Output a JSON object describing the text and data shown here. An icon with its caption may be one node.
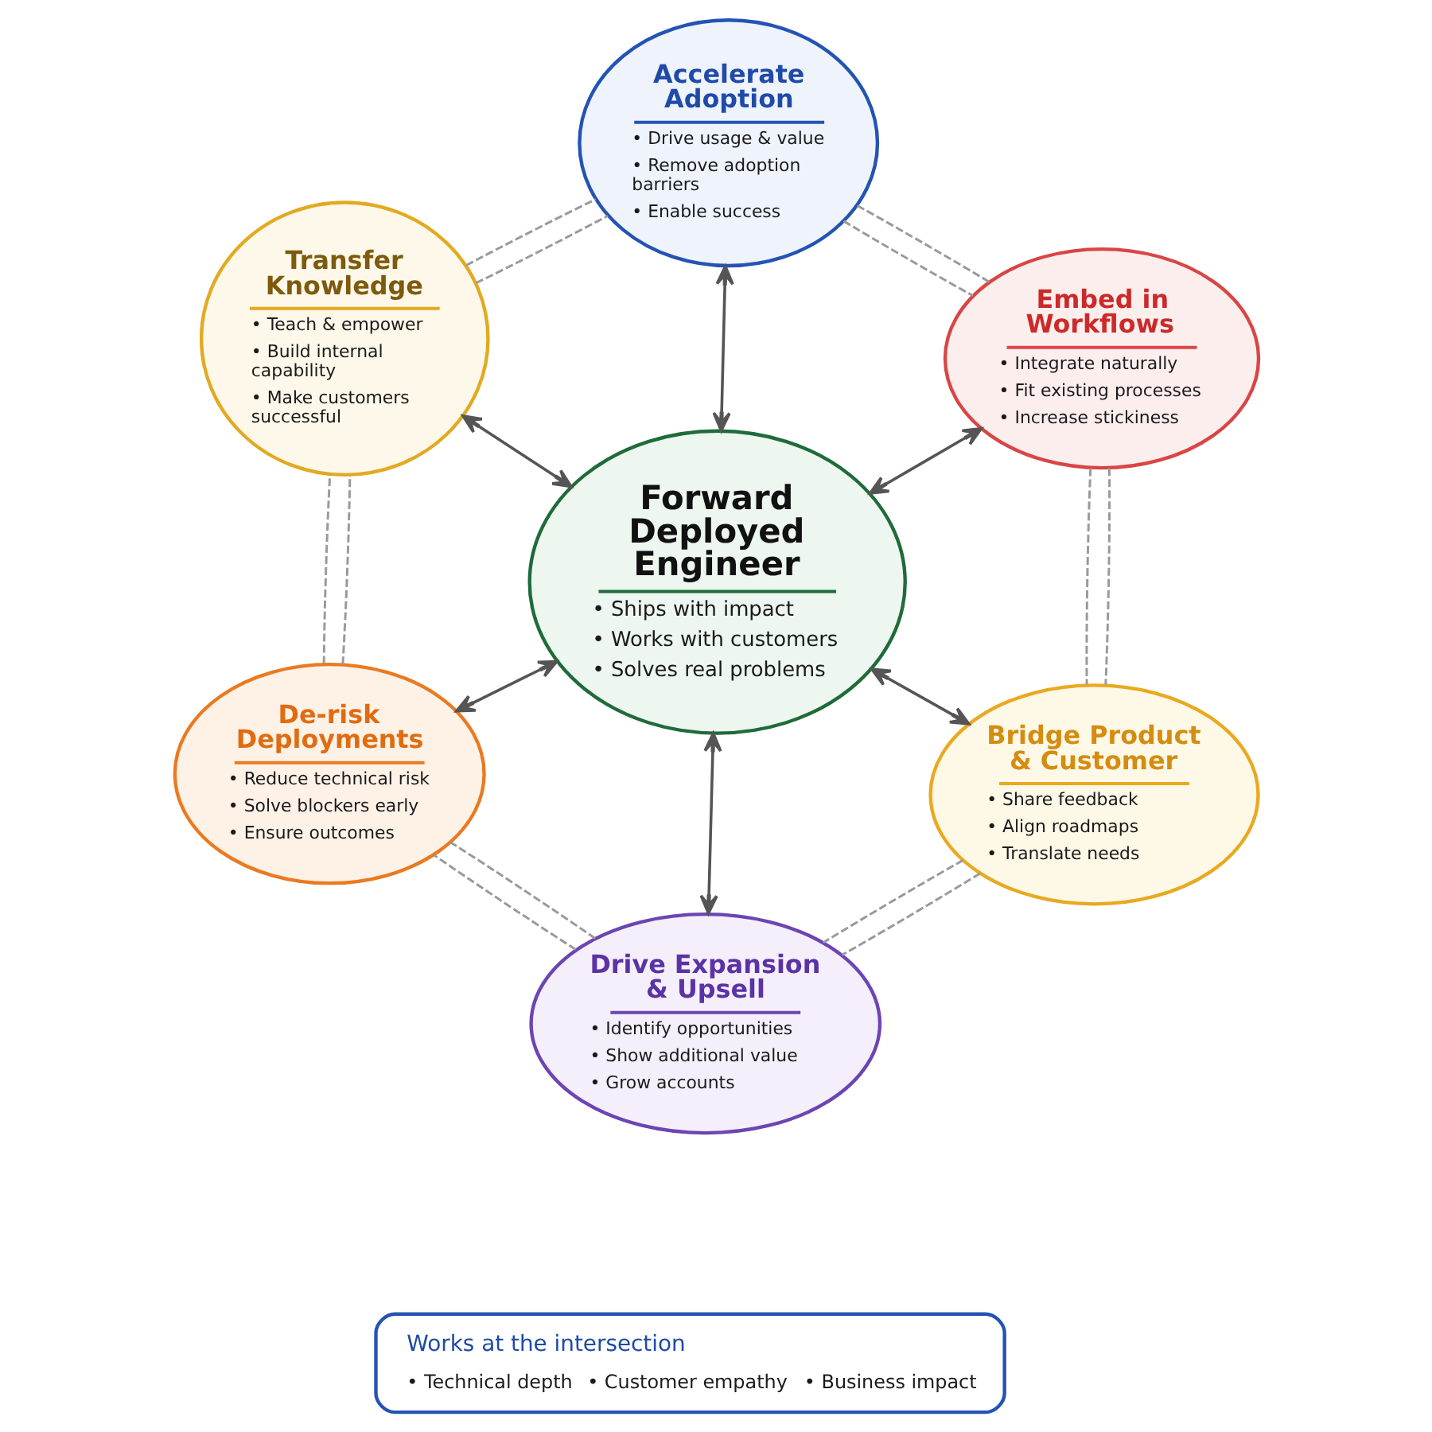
{
  "diagram": {
    "nodes": [
      {
        "text": [
          "Accelerate Adoption",
          "• Drive usage & value",
          "• Remove adoption barriers",
          "• Enable success"
        ]
      },
      {
        "text": [
          "Transfer Knowledge",
          "• Teach & empower",
          "• Build internal capability",
          "• Make customers successful"
        ]
      },
      {
        "text": [
          "Embed in Workflows",
          "• Integrate naturally",
          "• Fit existing processes",
          "• Increase stickiness"
        ]
      },
      {
        "text": [
          "Forward Deployed Engineer",
          "• Ships with impact",
          "• Works with customers",
          "• Solves real problems"
        ]
      },
      {
        "text": [
          "De-risk Deployments",
          "• Reduce technical risk",
          "• Solve blockers early",
          "• Ensure outcomes"
        ]
      },
      {
        "text": [
          "Bridge Product & Customer",
          "• Share feedback",
          "• Align roadmaps",
          "• Translate needs"
        ]
      },
      {
        "text": [
          "Drive Expansion & Upsell",
          "• Identify opportunities",
          "• Show additional value",
          "• Grow accounts"
        ]
      },
      {
        "text": [
          "Works at the intersection",
          "• Technical depth",
          "• Customer empathy",
          "• Business impact"
        ]
      }
    ],
    "edges": [
      {
        "from": 0,
        "to": 3,
        "arrow": "both",
        "color": "#555555"
      },
      {
        "from": 1,
        "to": 3,
        "arrow": "both",
        "color": "#555555"
      },
      {
        "from": 2,
        "to": 3,
        "arrow": "both",
        "color": "#555555"
      },
      {
        "from": 4,
        "to": 3,
        "arrow": "both",
        "color": "#555555"
      },
      {
        "from": 5,
        "to": 3,
        "arrow": "both",
        "color": "#555555"
      },
      {
        "from": 6,
        "to": 3,
        "arrow": "both",
        "color": "#555555"
      },
      {
        "from": 0,
        "to": 2,
        "arrow": "none",
        "style": "dashed"
      },
      {
        "from": 2,
        "to": 5,
        "arrow": "none",
        "style": "dashed"
      },
      {
        "from": 5,
        "to": 6,
        "arrow": "none",
        "style": "dashed"
      },
      {
        "from": 6,
        "to": 4,
        "arrow": "none",
        "style": "dashed"
      },
      {
        "from": 4,
        "to": 1,
        "arrow": "none",
        "style": "dashed"
      },
      {
        "from": 1,
        "to": 0,
        "arrow": "none",
        "style": "dashed"
      },
      {
        "from": 0,
        "to": 2,
        "arrow": "none",
        "style": "dashed"
      },
      {
        "from": 2,
        "to": 5,
        "arrow": "none",
        "style": "dashed"
      },
      {
        "from": 5,
        "to": 6,
        "arrow": "none",
        "style": "dashed"
      },
      {
        "from": 6,
        "to": 4,
        "arrow": "none",
        "style": "dashed"
      },
      {
        "from": 4,
        "to": 1,
        "arrow": "none",
        "style": "dashed"
      },
      {
        "from": 1,
        "to": 0,
        "arrow": "none",
        "style": "dashed"
      }
    ]
  }
}
